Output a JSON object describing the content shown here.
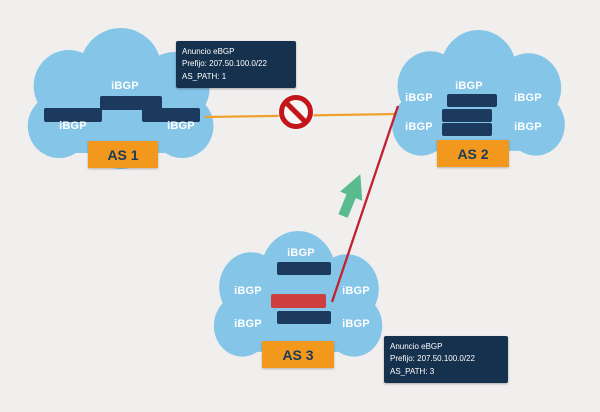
{
  "diagram": "bgp-route-announcement",
  "colors": {
    "background": "#f0efee",
    "cloud": "#85c5e8",
    "router": "#1b3a5e",
    "router_highlight": "#ce3f3f",
    "as_tag": "#f2991d",
    "as_tag_text": "#1a3a5c",
    "infobox": "#16314d",
    "link_blocked": "#f0a030",
    "link_active": "#c32030",
    "arrow_preferred": "#5abb90",
    "prohibited_sign": "#c3161b"
  },
  "as1": {
    "label": "AS 1",
    "ibgp_labels": [
      "iBGP",
      "iBGP",
      "iBGP"
    ]
  },
  "as2": {
    "label": "AS 2",
    "ibgp_labels": [
      "iBGP",
      "iBGP",
      "iBGP",
      "iBGP",
      "iBGP"
    ]
  },
  "as3": {
    "label": "AS 3",
    "ibgp_labels": [
      "iBGP",
      "iBGP",
      "iBGP",
      "iBGP",
      "iBGP"
    ]
  },
  "announcement_as1": {
    "title": "Anuncio eBGP",
    "prefix": "Prefijo: 207.50.100.0/22",
    "as_path": "AS_PATH: 1"
  },
  "announcement_as3": {
    "title": "Anuncio eBGP",
    "prefix": "Prefijo: 207.50.100.0/22",
    "as_path": "AS_PATH: 3"
  }
}
